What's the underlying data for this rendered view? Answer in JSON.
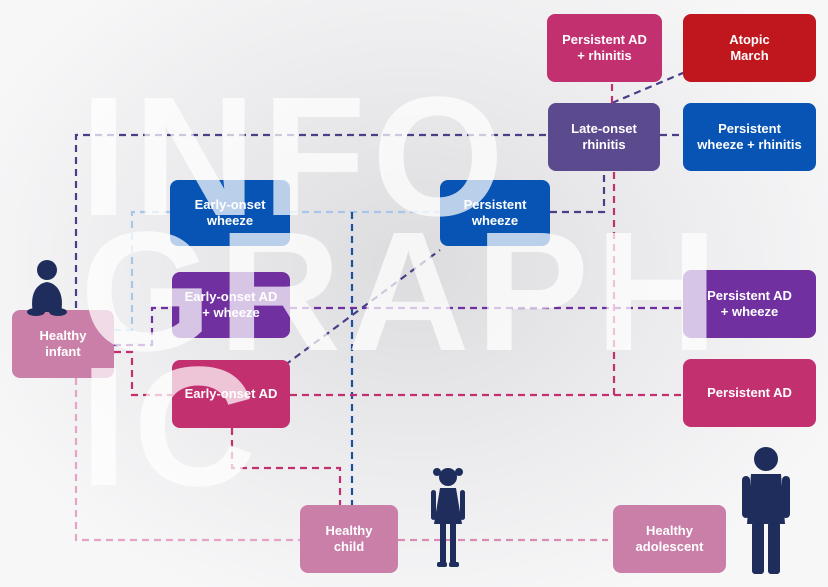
{
  "watermark": {
    "line1": "INFO",
    "line2": "GRAPH",
    "line3": "IC"
  },
  "colors": {
    "healthy": "#c97fa8",
    "magenta": "#c2306f",
    "red": "#c0161d",
    "purple": "#5c4a8f",
    "blue": "#0754b4",
    "violet": "#7030a0",
    "figure": "#1e2d5c"
  },
  "nodes": {
    "healthy_infant": "Healthy\ninfant",
    "early_onset_wheeze": "Early-onset\nwheeze",
    "early_onset_ad_wheeze": "Early-onset AD\n+ wheeze",
    "early_onset_ad": "Early-onset AD",
    "persistent_wheeze": "Persistent\nwheeze",
    "late_onset_rhinitis": "Late-onset\nrhinitis",
    "persistent_ad_rhinitis": "Persistent AD\n+ rhinitis",
    "atopic_march": "Atopic\nMarch",
    "persistent_wheeze_rhinitis": "Persistent\nwheeze + rhinitis",
    "persistent_ad_wheeze": "Persistent AD\n+ wheeze",
    "persistent_ad": "Persistent AD",
    "healthy_child": "Healthy\nchild",
    "healthy_adolescent": "Healthy\nadolescent"
  },
  "figures": [
    "infant-icon",
    "child-girl-icon",
    "adolescent-boy-icon"
  ]
}
